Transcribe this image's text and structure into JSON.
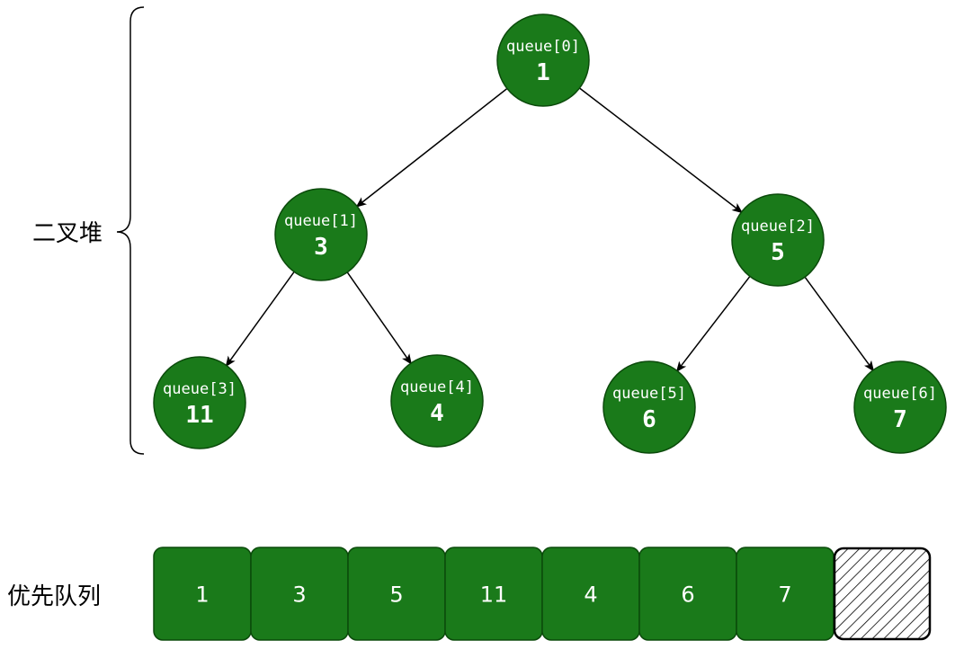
{
  "labels": {
    "heap": "二叉堆",
    "queue": "优先队列"
  },
  "colors": {
    "node_fill": "#1a7a1a",
    "node_stroke": "#0b4a0b",
    "text": "#ffffff",
    "edge": "#000000"
  },
  "heap": {
    "nodes": [
      {
        "index": "queue[0]",
        "value": "1"
      },
      {
        "index": "queue[1]",
        "value": "3"
      },
      {
        "index": "queue[2]",
        "value": "5"
      },
      {
        "index": "queue[3]",
        "value": "11"
      },
      {
        "index": "queue[4]",
        "value": "4"
      },
      {
        "index": "queue[5]",
        "value": "6"
      },
      {
        "index": "queue[6]",
        "value": "7"
      }
    ],
    "edges": [
      [
        0,
        1
      ],
      [
        0,
        2
      ],
      [
        1,
        3
      ],
      [
        1,
        4
      ],
      [
        2,
        5
      ],
      [
        2,
        6
      ]
    ]
  },
  "array": {
    "cells": [
      "1",
      "3",
      "5",
      "11",
      "4",
      "6",
      "7"
    ],
    "empty_cells": 1
  }
}
